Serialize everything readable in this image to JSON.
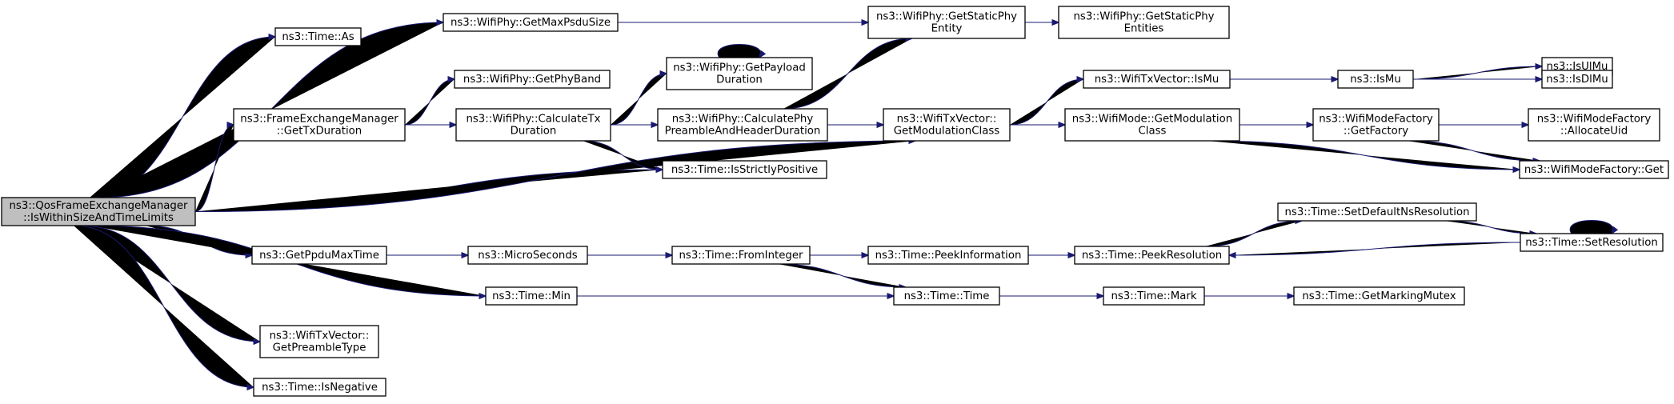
{
  "graph": {
    "root": "n0",
    "colors": {
      "edge": "#191970",
      "node_border": "#000000",
      "root_fill": "#bfbfbf",
      "node_fill": "#ffffff"
    },
    "nodes": [
      {
        "id": "n0",
        "lines": [
          "ns3::QosFrameExchangeManager",
          "::IsWithinSizeAndTimeLimits"
        ]
      },
      {
        "id": "n1",
        "lines": [
          "ns3::Time::As"
        ]
      },
      {
        "id": "n2",
        "lines": [
          "ns3::WifiPhy::GetMaxPsduSize"
        ]
      },
      {
        "id": "n3",
        "lines": [
          "ns3::WifiPhy::GetStaticPhy",
          "Entity"
        ]
      },
      {
        "id": "n4",
        "lines": [
          "ns3::WifiPhy::GetStaticPhy",
          "Entities"
        ]
      },
      {
        "id": "n5",
        "lines": [
          "ns3::WifiPhy::GetPhyBand"
        ]
      },
      {
        "id": "n6",
        "lines": [
          "ns3::WifiPhy::GetPayload",
          "Duration"
        ]
      },
      {
        "id": "n7",
        "lines": [
          "ns3::FrameExchangeManager",
          "::GetTxDuration"
        ]
      },
      {
        "id": "n8",
        "lines": [
          "ns3::WifiPhy::CalculateTx",
          "Duration"
        ]
      },
      {
        "id": "n9",
        "lines": [
          "ns3::WifiPhy::CalculatePhy",
          "PreambleAndHeaderDuration"
        ]
      },
      {
        "id": "n10",
        "lines": [
          "ns3::Time::IsStrictlyPositive"
        ]
      },
      {
        "id": "n11",
        "lines": [
          "ns3::WifiTxVector::",
          "GetModulationClass"
        ]
      },
      {
        "id": "n12",
        "lines": [
          "ns3::WifiTxVector::IsMu"
        ]
      },
      {
        "id": "n13",
        "lines": [
          "ns3::IsMu"
        ]
      },
      {
        "id": "n14",
        "lines": [
          "ns3::IsUlMu"
        ]
      },
      {
        "id": "n15",
        "lines": [
          "ns3::IsDlMu"
        ]
      },
      {
        "id": "n16",
        "lines": [
          "ns3::WifiMode::GetModulation",
          "Class"
        ]
      },
      {
        "id": "n17",
        "lines": [
          "ns3::WifiModeFactory",
          "::GetFactory"
        ]
      },
      {
        "id": "n18",
        "lines": [
          "ns3::WifiModeFactory",
          "::AllocateUid"
        ]
      },
      {
        "id": "n19",
        "lines": [
          "ns3::WifiModeFactory::Get"
        ]
      },
      {
        "id": "n20",
        "lines": [
          "ns3::GetPpduMaxTime"
        ]
      },
      {
        "id": "n21",
        "lines": [
          "ns3::MicroSeconds"
        ]
      },
      {
        "id": "n22",
        "lines": [
          "ns3::Time::FromInteger"
        ]
      },
      {
        "id": "n23",
        "lines": [
          "ns3::Time::PeekInformation"
        ]
      },
      {
        "id": "n24",
        "lines": [
          "ns3::Time::PeekResolution"
        ]
      },
      {
        "id": "n25",
        "lines": [
          "ns3::Time::SetDefaultNsResolution"
        ]
      },
      {
        "id": "n26",
        "lines": [
          "ns3::Time::SetResolution"
        ]
      },
      {
        "id": "n27",
        "lines": [
          "ns3::Time::Min"
        ]
      },
      {
        "id": "n28",
        "lines": [
          "ns3::Time::Time"
        ]
      },
      {
        "id": "n29",
        "lines": [
          "ns3::Time::Mark"
        ]
      },
      {
        "id": "n30",
        "lines": [
          "ns3::Time::GetMarkingMutex"
        ]
      },
      {
        "id": "n31",
        "lines": [
          "ns3::WifiTxVector::",
          "GetPreambleType"
        ]
      },
      {
        "id": "n32",
        "lines": [
          "ns3::Time::IsNegative"
        ]
      }
    ],
    "edges": [
      [
        "n0",
        "n1"
      ],
      [
        "n0",
        "n2"
      ],
      [
        "n0",
        "n7"
      ],
      [
        "n0",
        "n10"
      ],
      [
        "n0",
        "n11"
      ],
      [
        "n0",
        "n20"
      ],
      [
        "n0",
        "n27"
      ],
      [
        "n0",
        "n31"
      ],
      [
        "n0",
        "n32"
      ],
      [
        "n2",
        "n3"
      ],
      [
        "n3",
        "n4"
      ],
      [
        "n7",
        "n5"
      ],
      [
        "n7",
        "n8"
      ],
      [
        "n8",
        "n6"
      ],
      [
        "n8",
        "n9"
      ],
      [
        "n8",
        "n10"
      ],
      [
        "n6",
        "n6"
      ],
      [
        "n9",
        "n3"
      ],
      [
        "n9",
        "n11"
      ],
      [
        "n11",
        "n12"
      ],
      [
        "n11",
        "n16"
      ],
      [
        "n12",
        "n13"
      ],
      [
        "n13",
        "n14"
      ],
      [
        "n13",
        "n15"
      ],
      [
        "n16",
        "n17"
      ],
      [
        "n16",
        "n19"
      ],
      [
        "n17",
        "n18"
      ],
      [
        "n17",
        "n19"
      ],
      [
        "n20",
        "n21"
      ],
      [
        "n21",
        "n22"
      ],
      [
        "n22",
        "n23"
      ],
      [
        "n22",
        "n28"
      ],
      [
        "n23",
        "n24"
      ],
      [
        "n24",
        "n25"
      ],
      [
        "n25",
        "n26"
      ],
      [
        "n26",
        "n24"
      ],
      [
        "n26",
        "n26"
      ],
      [
        "n27",
        "n28"
      ],
      [
        "n28",
        "n29"
      ],
      [
        "n29",
        "n30"
      ]
    ]
  }
}
